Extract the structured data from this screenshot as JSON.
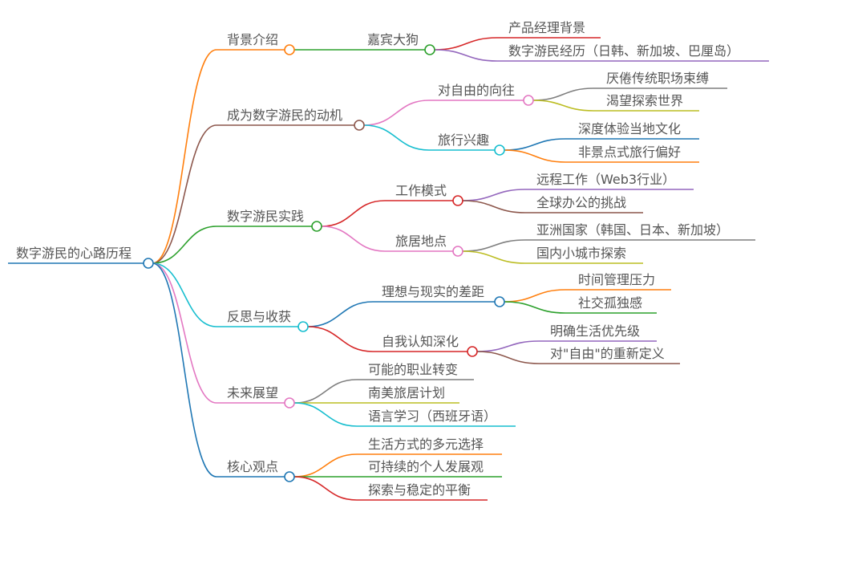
{
  "root": {
    "label": "数字游民的心路历程",
    "color": "#1f77b4"
  },
  "branches": [
    {
      "label": "背景介绍",
      "color": "#ff7f0e",
      "children": [
        {
          "label": "嘉宾大狗",
          "color": "#2ca02c",
          "children": [
            {
              "label": "产品经理背景",
              "color": "#d62728"
            },
            {
              "label": "数字游民经历（日韩、新加坡、巴厘岛）",
              "color": "#9467bd"
            }
          ]
        }
      ]
    },
    {
      "label": "成为数字游民的动机",
      "color": "#8c564b",
      "children": [
        {
          "label": "对自由的向往",
          "color": "#e377c2",
          "children": [
            {
              "label": "厌倦传统职场束缚",
              "color": "#7f7f7f"
            },
            {
              "label": "渴望探索世界",
              "color": "#bcbd22"
            }
          ]
        },
        {
          "label": "旅行兴趣",
          "color": "#17becf",
          "children": [
            {
              "label": "深度体验当地文化",
              "color": "#1f77b4"
            },
            {
              "label": "非景点式旅行偏好",
              "color": "#ff7f0e"
            }
          ]
        }
      ]
    },
    {
      "label": "数字游民实践",
      "color": "#2ca02c",
      "children": [
        {
          "label": "工作模式",
          "color": "#d62728",
          "children": [
            {
              "label": "远程工作（Web3行业）",
              "color": "#9467bd"
            },
            {
              "label": "全球办公的挑战",
              "color": "#8c564b"
            }
          ]
        },
        {
          "label": "旅居地点",
          "color": "#e377c2",
          "children": [
            {
              "label": "亚洲国家（韩国、日本、新加坡）",
              "color": "#7f7f7f"
            },
            {
              "label": "国内小城市探索",
              "color": "#bcbd22"
            }
          ]
        }
      ]
    },
    {
      "label": "反思与收获",
      "color": "#17becf",
      "children": [
        {
          "label": "理想与现实的差距",
          "color": "#1f77b4",
          "children": [
            {
              "label": "时间管理压力",
              "color": "#ff7f0e"
            },
            {
              "label": "社交孤独感",
              "color": "#2ca02c"
            }
          ]
        },
        {
          "label": "自我认知深化",
          "color": "#d62728",
          "children": [
            {
              "label": "明确生活优先级",
              "color": "#9467bd"
            },
            {
              "label": "对\"自由\"的重新定义",
              "color": "#8c564b"
            }
          ]
        }
      ]
    },
    {
      "label": "未来展望",
      "color": "#e377c2",
      "children": [
        {
          "label": "可能的职业转变",
          "color": "#7f7f7f"
        },
        {
          "label": "南美旅居计划",
          "color": "#bcbd22"
        },
        {
          "label": "语言学习（西班牙语）",
          "color": "#17becf"
        }
      ]
    },
    {
      "label": "核心观点",
      "color": "#1f77b4",
      "children": [
        {
          "label": "生活方式的多元选择",
          "color": "#ff7f0e"
        },
        {
          "label": "可持续的个人发展观",
          "color": "#2ca02c"
        },
        {
          "label": "探索与稳定的平衡",
          "color": "#d62728"
        }
      ]
    }
  ]
}
